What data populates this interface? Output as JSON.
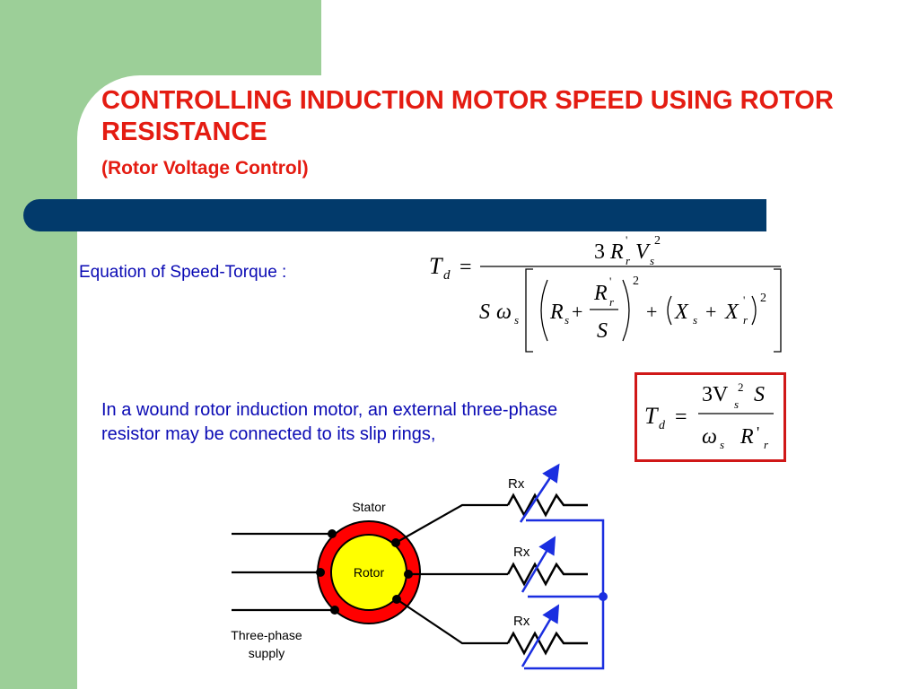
{
  "slide": {
    "title": "CONTROLLING  INDUCTION MOTOR SPEED USING ROTOR RESISTANCE",
    "subtitle": "(Rotor Voltage Control)",
    "equation_label": "Equation  of Speed-Torque  :",
    "body_text": "In a wound rotor induction motor, an  external three-phase resistor may be connected to its slip rings,"
  },
  "colors": {
    "accent_green": "#9ccf98",
    "title_bar": "#023a6b",
    "title_red": "#e41c12",
    "text_blue": "#0a0ab4"
  },
  "equation_main": {
    "lhs": "T",
    "lhs_sub": "d",
    "eq": "=",
    "num_3": "3",
    "num_R": "R",
    "num_R_sub": "r",
    "num_R_prime": "'",
    "num_V": "V",
    "num_V_sub": "s",
    "num_V_sup": "2",
    "den_S": "S",
    "den_omega": "ω",
    "den_omega_sub": "s",
    "den_Rs": "R",
    "den_Rs_sub": "s",
    "plus1": "+",
    "frac_R": "R",
    "frac_R_sub": "r",
    "frac_R_prime": "'",
    "frac_S": "S",
    "frac_sup": "2",
    "plus2": "+",
    "den_Xs": "X",
    "den_Xs_sub": "s",
    "plus3": "+",
    "den_Xr": "X",
    "den_Xr_sub": "r",
    "den_Xr_prime": "'",
    "paren_sup": "2"
  },
  "equation_box": {
    "lhs": "T",
    "lhs_sub": "d",
    "eq": "=",
    "num_3V": "3V",
    "num_V_sup": "2",
    "num_V_sub": "s",
    "num_S": "S",
    "den_omega": "ω",
    "den_omega_sub": "s",
    "den_R": "R",
    "den_prime": "'",
    "den_R_sub": "r"
  },
  "diagram": {
    "stator_label": "Stator",
    "rotor_label": "Rotor",
    "supply_label_line1": "Three-phase",
    "supply_label_line2": "supply",
    "resistor_labels": [
      "Rx",
      "Rx",
      "Rx"
    ]
  }
}
